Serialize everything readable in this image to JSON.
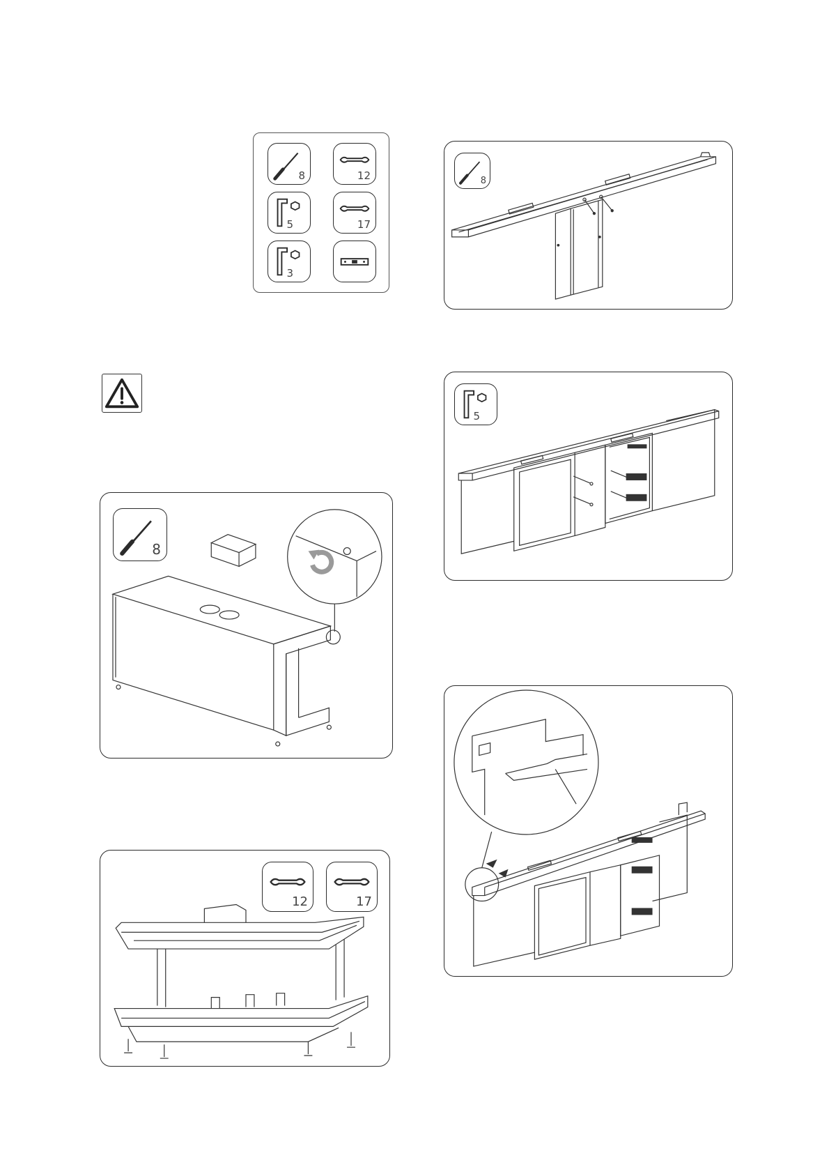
{
  "toolbox": {
    "tools": [
      {
        "icon": "screwdriver-icon",
        "size": "8"
      },
      {
        "icon": "wrench-icon",
        "size": "12"
      },
      {
        "icon": "hex-key-icon",
        "size": "5"
      },
      {
        "icon": "wrench-icon",
        "size": "17"
      },
      {
        "icon": "hex-key-icon",
        "size": "3"
      },
      {
        "icon": "spirit-level-icon",
        "size": ""
      }
    ]
  },
  "panel_top_right": {
    "tool_size": "8"
  },
  "panel_mid_right": {
    "tool_size": "5"
  },
  "panel_left_top": {
    "tool_size": "8"
  },
  "panel_left_bottom": {
    "wrench_a": "12",
    "wrench_b": "17"
  },
  "colors": {
    "line": "#2b2b2b",
    "arrow": "#9a9a9a",
    "bg": "#ffffff"
  }
}
